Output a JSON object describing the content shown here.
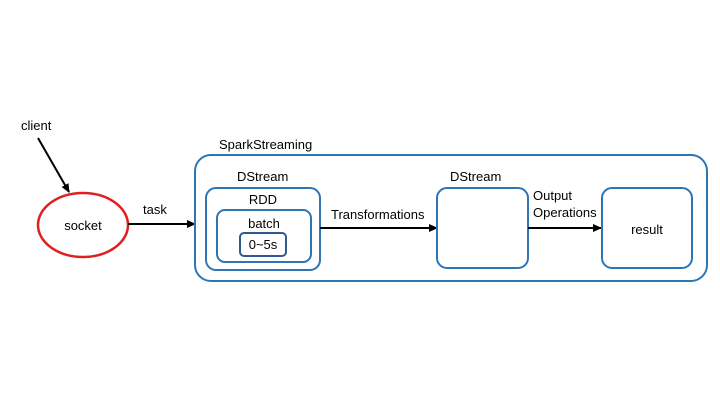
{
  "colors": {
    "background": "#ffffff",
    "container_stroke": "#2e75b6",
    "inner_box_stroke": "#2e5a8e",
    "socket_stroke": "#e02020",
    "arrow": "#000000",
    "text": "#000000"
  },
  "nodes": {
    "client": "client",
    "socket": "socket",
    "spark_streaming": "SparkStreaming",
    "dstream_input": "DStream",
    "rdd": "RDD",
    "batch": "batch",
    "interval": "0~5s",
    "dstream_output": "DStream",
    "result": "result"
  },
  "edges": {
    "task": "task",
    "transformations": "Transformations",
    "output_operations_line1": "Output",
    "output_operations_line2": "Operations"
  }
}
